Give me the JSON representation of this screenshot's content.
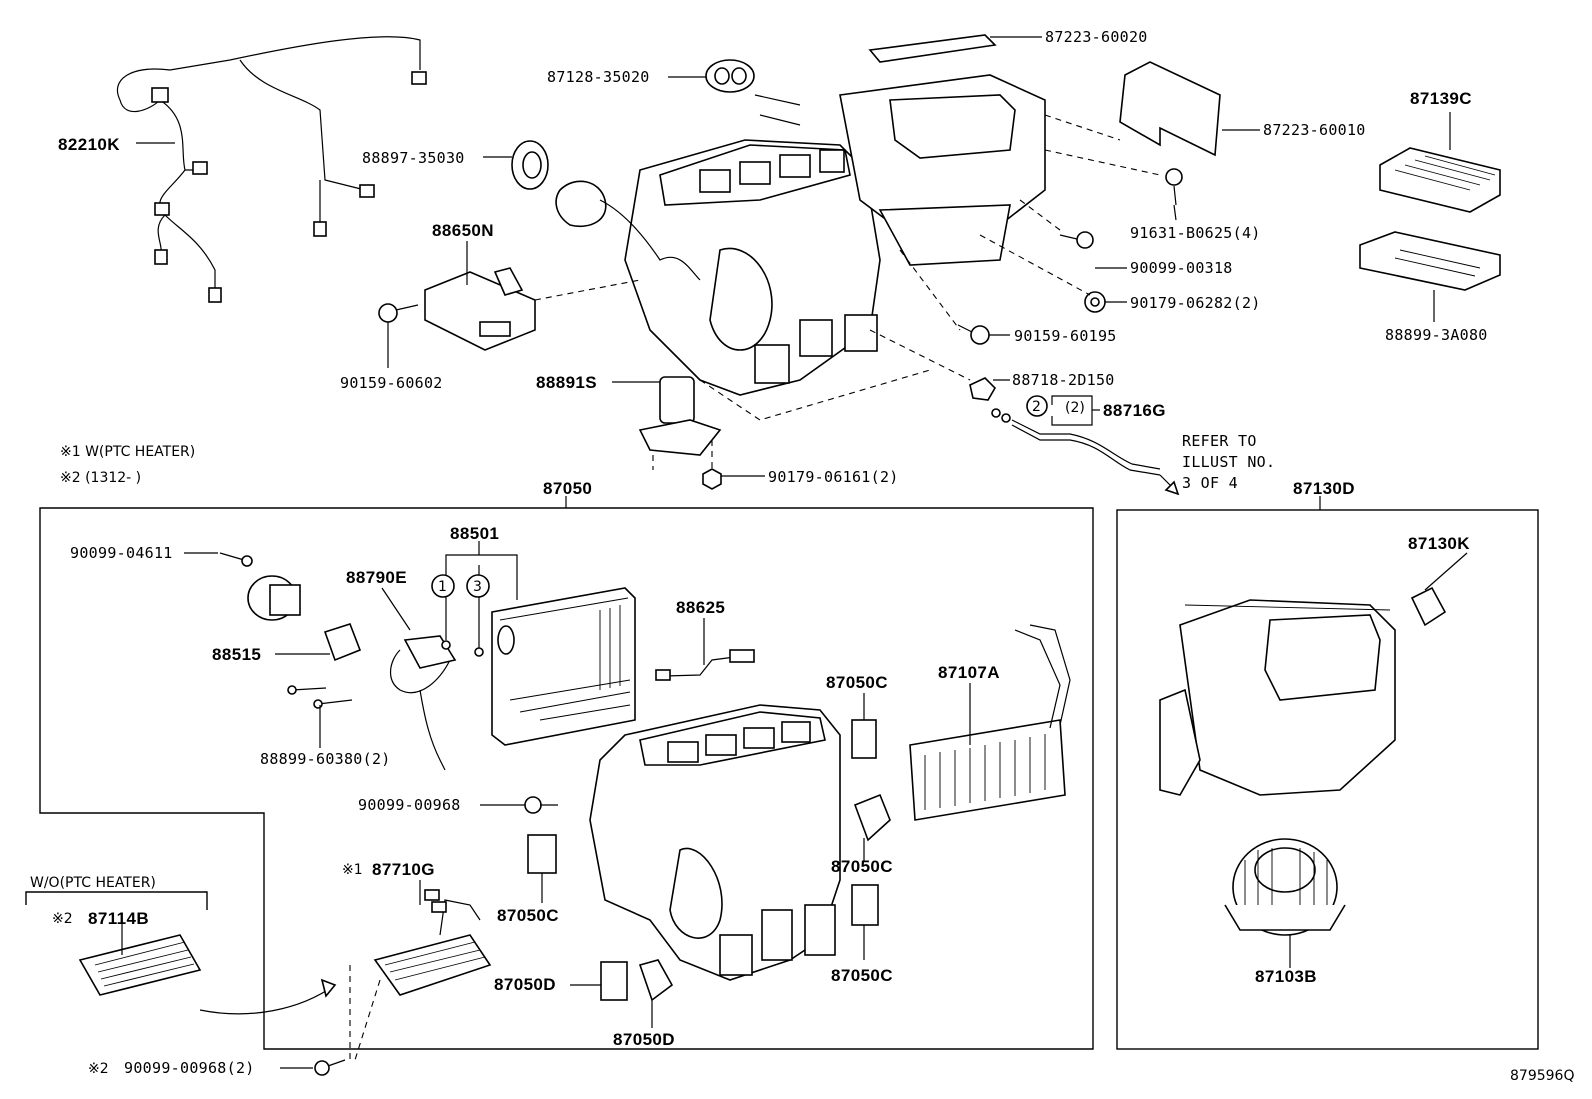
{
  "labels": {
    "p82210K": "82210K",
    "p87128_35020": "87128-35020",
    "p87223_60020": "87223-60020",
    "p87223_60010": "87223-60010",
    "p87139C": "87139C",
    "p88897_35030": "88897-35030",
    "p88650N": "88650N",
    "p91631_B0625": "91631-B0625(4)",
    "p90099_00318": "90099-00318",
    "p90179_06282": "90179-06282(2)",
    "p88899_3A080": "88899-3A080",
    "p90159_60195": "90159-60195",
    "p90159_60602": "90159-60602",
    "p88891S": "88891S",
    "p88718_2D150": "88718-2D150",
    "p88716G": "88716G",
    "p88716G_num": "2",
    "p88716G_qty": "(2)",
    "p90179_06161": "90179-06161(2)",
    "p87050": "87050",
    "p87130D": "87130D",
    "p90099_04611": "90099-04611",
    "p88501": "88501",
    "p88501_c1": "1",
    "p88501_c3": "3",
    "p88790E": "88790E",
    "p88625": "88625",
    "p87130K": "87130K",
    "p88515": "88515",
    "p87050C_a": "87050C",
    "p87107A": "87107A",
    "p88899_60380": "88899-60380(2)",
    "p90099_00968": "90099-00968",
    "p87050C_b": "87050C",
    "p87050C_c": "87050C",
    "p87050C_d": "87050C",
    "p87050D_a": "87050D",
    "p87050D_b": "87050D",
    "p87710G": "87710G",
    "p87710G_mark": "※1",
    "p87114B": "87114B",
    "p87114B_mark": "※2",
    "p87103B": "87103B",
    "p90099_00968_2": "90099-00968(2)",
    "p90099_00968_2_mark": "※2",
    "wo_ptc": "W/O(PTC HEATER)"
  },
  "notes": {
    "note1": "※1 W(PTC HEATER)",
    "note2": "※2 (1312-      )",
    "refer1": "REFER TO",
    "refer2": "ILLUST NO.",
    "refer3": "3 OF 4"
  },
  "illustration_id": "879596Q"
}
